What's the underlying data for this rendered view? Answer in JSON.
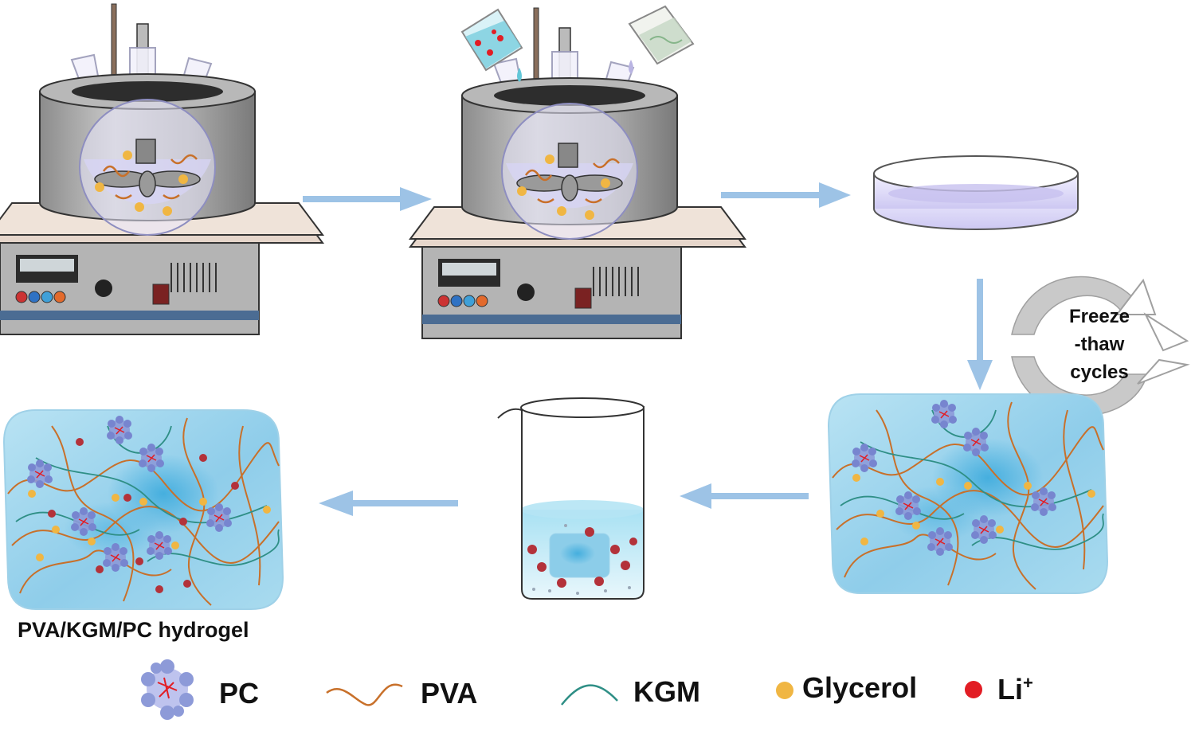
{
  "labels": {
    "cycle_line1": "Freeze",
    "cycle_line2": "-thaw",
    "cycle_line3": "cycles",
    "final_product": "PVA/KGM/PC hydrogel"
  },
  "legend": {
    "pc": "PC",
    "pva": "PVA",
    "kgm": "KGM",
    "glycerol": "Glycerol",
    "li": "Li"
  },
  "colors": {
    "arrow": "#9dc3e6",
    "pva_chain": "#c8702a",
    "kgm_chain": "#2f8f86",
    "glycerol": "#f0b643",
    "li_ion": "#e21d24",
    "pc_cluster": "#8d9ad8",
    "gel": "#9ed4ec"
  },
  "icons": [
    "heating-mantle-icon",
    "pouring-beaker-icon",
    "petri-dish-icon",
    "cycle-arrows-icon",
    "beaker-icon",
    "hydrogel-block-icon"
  ]
}
